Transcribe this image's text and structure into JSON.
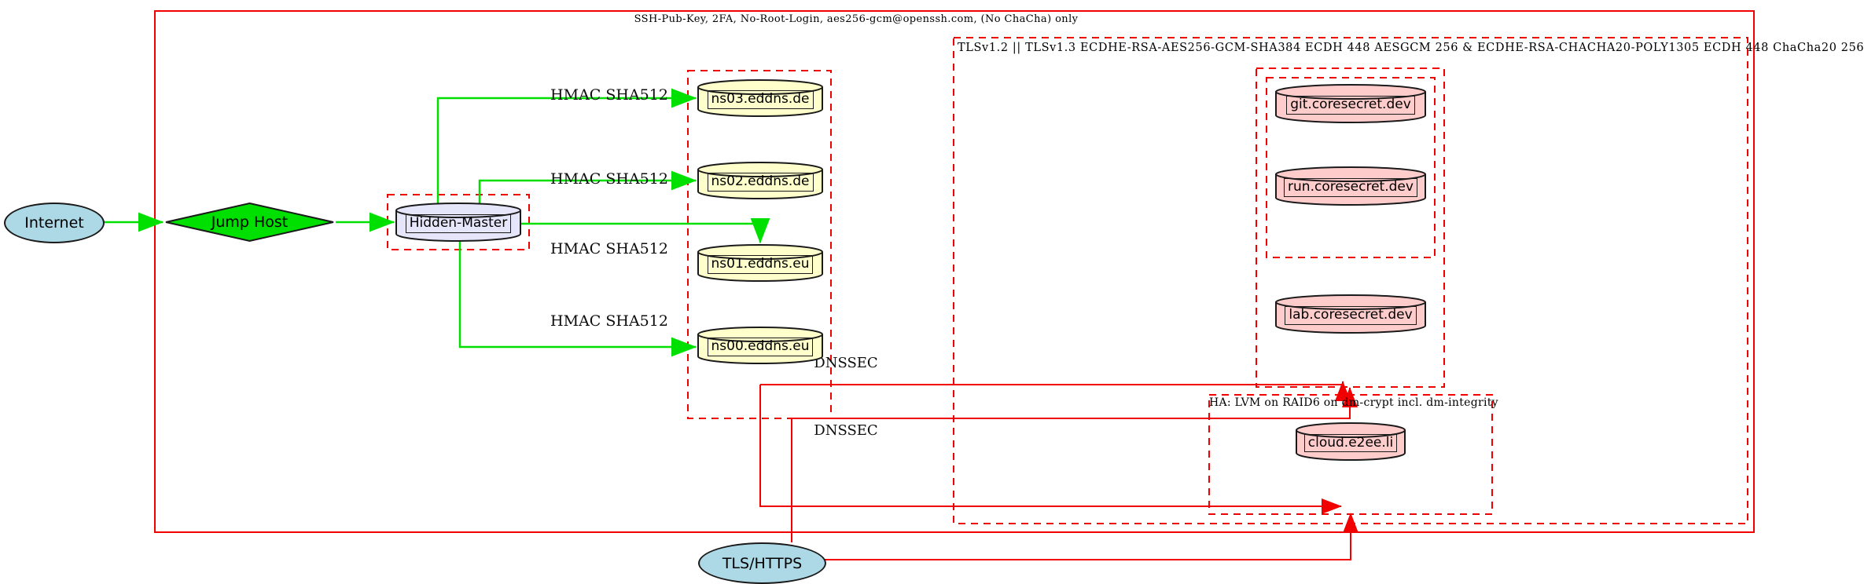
{
  "diagram_type": "network-security-topology",
  "clusters": {
    "ssh": {
      "label": "SSH-Pub-Key, 2FA, No-Root-Login, aes256-gcm@openssh.com, (No ChaCha) only",
      "border_style": "solid",
      "border_color": "#f20000"
    },
    "tls": {
      "label": "TLSv1.2 || TLSv1.3 ECDHE-RSA-AES256-GCM-SHA384 ECDH 448 AESGCM 256 & ECDHE-RSA-CHACHA20-POLY1305 ECDH 448 ChaCha20 256",
      "border_style": "dashed",
      "border_color": "#f20000"
    },
    "ha": {
      "label": "HA: LVM on RAID6 on dm-crypt incl. dm-integrity",
      "border_style": "dashed",
      "border_color": "#f20000"
    },
    "dns": {
      "label": "",
      "border_style": "dashed",
      "border_color": "#f20000"
    },
    "coresecret_outer": {
      "label": "",
      "border_style": "dashed",
      "border_color": "#f20000"
    },
    "coresecret_inner": {
      "label": "",
      "border_style": "dashed",
      "border_color": "#f20000"
    },
    "hidden_master_box": {
      "label": "",
      "border_style": "dashed",
      "border_color": "#f20000"
    }
  },
  "nodes": {
    "internet": {
      "label": "Internet",
      "shape": "ellipse",
      "fill": "#add8e6"
    },
    "jump_host": {
      "label": "Jump Host",
      "shape": "diamond",
      "fill": "#00e000"
    },
    "hidden_master": {
      "label": "Hidden-Master",
      "shape": "cylinder",
      "fill": "#e6e6fa"
    },
    "ns03": {
      "label": "ns03.eddns.de",
      "shape": "cylinder",
      "fill": "#ffffcc"
    },
    "ns02": {
      "label": "ns02.eddns.de",
      "shape": "cylinder",
      "fill": "#ffffcc"
    },
    "ns01": {
      "label": "ns01.eddns.eu",
      "shape": "cylinder",
      "fill": "#ffffcc"
    },
    "ns00": {
      "label": "ns00.eddns.eu",
      "shape": "cylinder",
      "fill": "#ffffcc"
    },
    "git": {
      "label": "git.coresecret.dev",
      "shape": "cylinder",
      "fill": "#ffcccc"
    },
    "run": {
      "label": "run.coresecret.dev",
      "shape": "cylinder",
      "fill": "#ffcccc"
    },
    "lab": {
      "label": "lab.coresecret.dev",
      "shape": "cylinder",
      "fill": "#ffcccc"
    },
    "cloud": {
      "label": "cloud.e2ee.li",
      "shape": "cylinder",
      "fill": "#ffcccc"
    },
    "tls_https": {
      "label": "TLS/HTTPS",
      "shape": "ellipse",
      "fill": "#add8e6"
    }
  },
  "edge_labels": {
    "hmac": "HMAC SHA512",
    "dnssec": "DNSSEC"
  },
  "colors": {
    "secure_edge_green": "#00e000",
    "alert_edge_red": "#f20000",
    "node_border": "#1a1a1a",
    "internet_fill": "#add8e6",
    "jump_host_fill": "#00e000",
    "hidden_master_fill": "#e6e6fa",
    "dns_node_fill": "#ffffcc",
    "service_node_fill": "#ffcccc"
  }
}
